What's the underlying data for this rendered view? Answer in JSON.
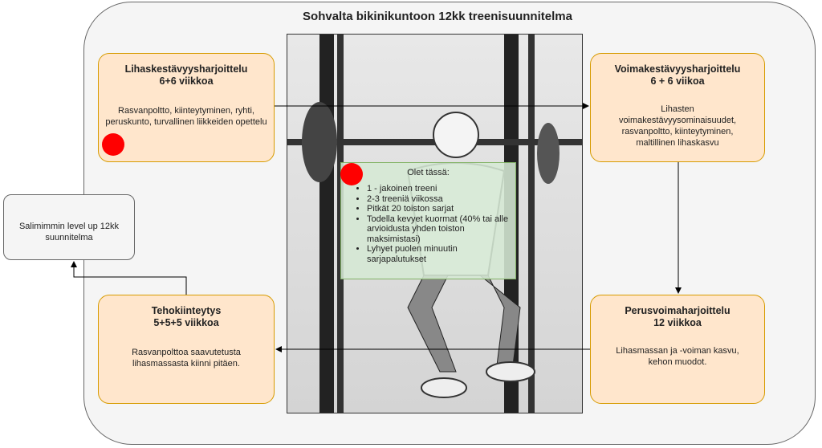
{
  "title": "Sohvalta bikinikuntoon 12kk treenisuunnitelma",
  "phases": [
    {
      "title": "Lihaskestävyysharjoittelu",
      "duration": "6+6 viikkoa",
      "desc": "Rasvanpoltto, kiinteytyminen, ryhti, peruskunto, turvallinen liikkeiden opettelu"
    },
    {
      "title": "Voimakestävyysharjoittelu",
      "duration": "6 + 6 viikoa",
      "desc": "Lihasten voimakestävyysominaisuudet, rasvanpoltto, kiinteytyminen, maltillinen lihaskasvu"
    },
    {
      "title": "Perusvoimaharjoittelu",
      "duration": "12 viikkoa",
      "desc": "Lihasmassan ja -voiman kasvu, kehon muodot."
    },
    {
      "title": "Tehokiinteytys",
      "duration": "5+5+5 viikkoa",
      "desc": "Rasvanpolttoa saavutetusta lihasmassasta kiinni pitäen."
    }
  ],
  "next": "Salimimmin level up 12kk suunnitelma",
  "current": {
    "heading": "Olet tässä:",
    "items": [
      "1 - jakoinen treeni",
      "2-3 treeniä viikossa",
      "Pitkät 20 toiston sarjat",
      "Todella kevyet kuormat (40% tai alle arvioidusta yhden toiston maksimistasi)",
      "Lyhyet puolen minuutin sarjapalutukset"
    ]
  },
  "colors": {
    "phase_fill": "#ffe6cc",
    "phase_border": "#d79b00",
    "current_fill": "#d5e8d4",
    "marker": "#ff0000"
  }
}
